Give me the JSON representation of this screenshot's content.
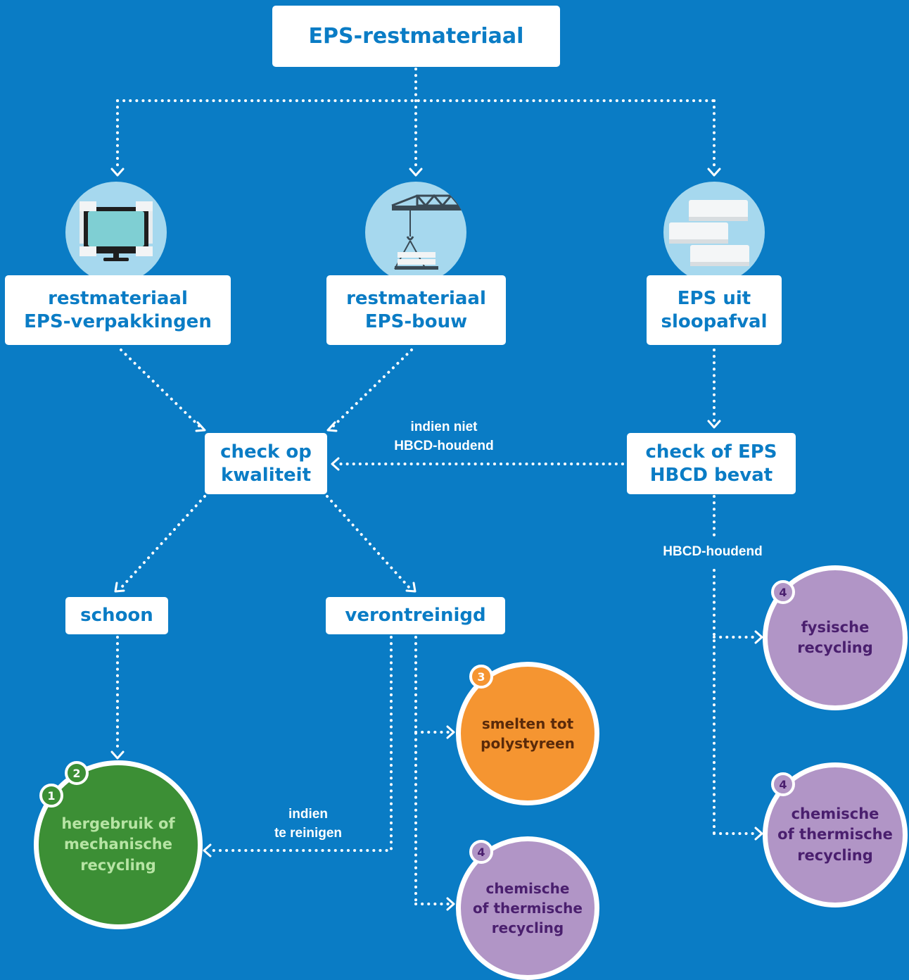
{
  "colors": {
    "background": "#0a7cc5",
    "box": "#ffffff",
    "box_text": "#0a7cc5",
    "icon_bg": "#a6d8ee",
    "green": "#3c8f35",
    "green_text": "#b7e4a4",
    "orange": "#f59531",
    "orange_text": "#5a2a0a",
    "purple": "#b195c6",
    "purple_text": "#4a1f6e"
  },
  "nodes": {
    "root": "EPS-restmateriaal",
    "packaging": "restmateriaal\nEPS-verpakkingen",
    "construction": "restmateriaal\nEPS-bouw",
    "demolition": "EPS uit\nsloopafval",
    "quality_check": "check op\nkwaliteit",
    "hbcd_check": "check of EPS\nHBCD bevat",
    "clean": "schoon",
    "contaminated": "verontreinigd"
  },
  "icons": {
    "packaging": "monitor-icon",
    "construction": "crane-icon",
    "demolition": "eps-blocks-icon"
  },
  "outcomes": {
    "reuse": {
      "label": "hergebruik of\nmechanische\nrecycling",
      "badges": [
        "1",
        "2"
      ]
    },
    "melt": {
      "label": "smelten tot\npolystyreen",
      "badge": "3"
    },
    "chem_left": {
      "label": "chemische\nof thermische\nrecycling",
      "badge": "4"
    },
    "physical": {
      "label": "fysische\nrecycling",
      "badge": "4"
    },
    "chem_right": {
      "label": "chemische\nof thermische\nrecycling",
      "badge": "4"
    }
  },
  "edge_labels": {
    "not_hbcd": "indien niet\nHBCD-houdend",
    "hbcd": "HBCD-houdend",
    "cleanable": "indien\nte reinigen"
  }
}
